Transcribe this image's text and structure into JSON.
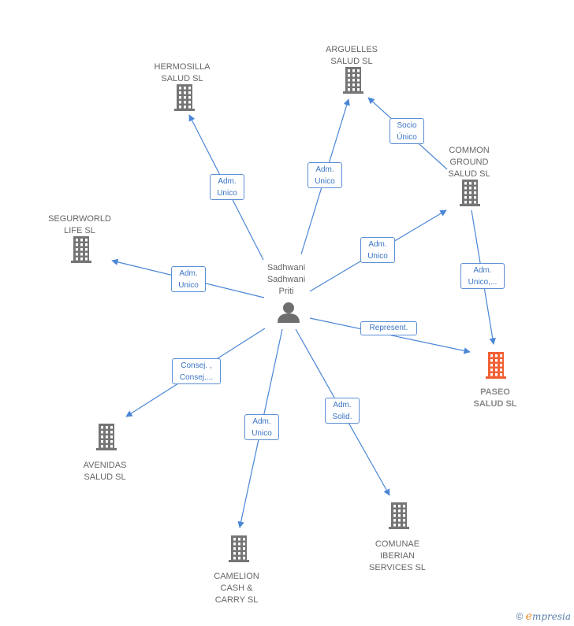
{
  "colors": {
    "edge": "#4a86d6",
    "building": "#757575",
    "highlight": "#f26135",
    "person": "#6e6e6e"
  },
  "center": {
    "name": "Sadhwani\nSadhwani\nPriti",
    "icon": "person-icon"
  },
  "companies": [
    {
      "id": "hermosilla",
      "name": "HERMOSILLA\nSALUD  SL",
      "icon": "building-icon"
    },
    {
      "id": "arguelles",
      "name": "ARGUELLES\nSALUD  SL",
      "icon": "building-icon"
    },
    {
      "id": "common-ground",
      "name": "COMMON\nGROUND\nSALUD  SL",
      "icon": "building-icon"
    },
    {
      "id": "segurworld",
      "name": "SEGURWORLD\nLIFE SL",
      "icon": "building-icon"
    },
    {
      "id": "paseo",
      "name": "PASEO\nSALUD  SL",
      "icon": "building-icon",
      "highlighted": true
    },
    {
      "id": "avenidas",
      "name": "AVENIDAS\nSALUD  SL",
      "icon": "building-icon"
    },
    {
      "id": "camelion",
      "name": "CAMELION\nCASH &\nCARRY SL",
      "icon": "building-icon"
    },
    {
      "id": "comunae",
      "name": "COMUNAE\nIBERIAN\nSERVICES  SL",
      "icon": "building-icon"
    }
  ],
  "edges": [
    {
      "from": "center",
      "to": "hermosilla",
      "label": "Adm.\nUnico"
    },
    {
      "from": "center",
      "to": "arguelles",
      "label": "Adm.\nUnico"
    },
    {
      "from": "common-ground",
      "to": "arguelles",
      "label": "Socio\nÚnico"
    },
    {
      "from": "center",
      "to": "common-ground",
      "label": "Adm.\nUnico"
    },
    {
      "from": "common-ground",
      "to": "paseo",
      "label": "Adm.\nUnico,..."
    },
    {
      "from": "center",
      "to": "segurworld",
      "label": "Adm.\nUnico"
    },
    {
      "from": "center",
      "to": "paseo",
      "label": "Represent."
    },
    {
      "from": "center",
      "to": "avenidas",
      "label": "Consej. ,\nConsej...."
    },
    {
      "from": "center",
      "to": "camelion",
      "label": "Adm.\nUnico"
    },
    {
      "from": "center",
      "to": "comunae",
      "label": "Adm.\nSolid."
    }
  ],
  "watermark": {
    "copyright": "©",
    "brand_initial": "e",
    "brand_rest": "mpresia"
  }
}
